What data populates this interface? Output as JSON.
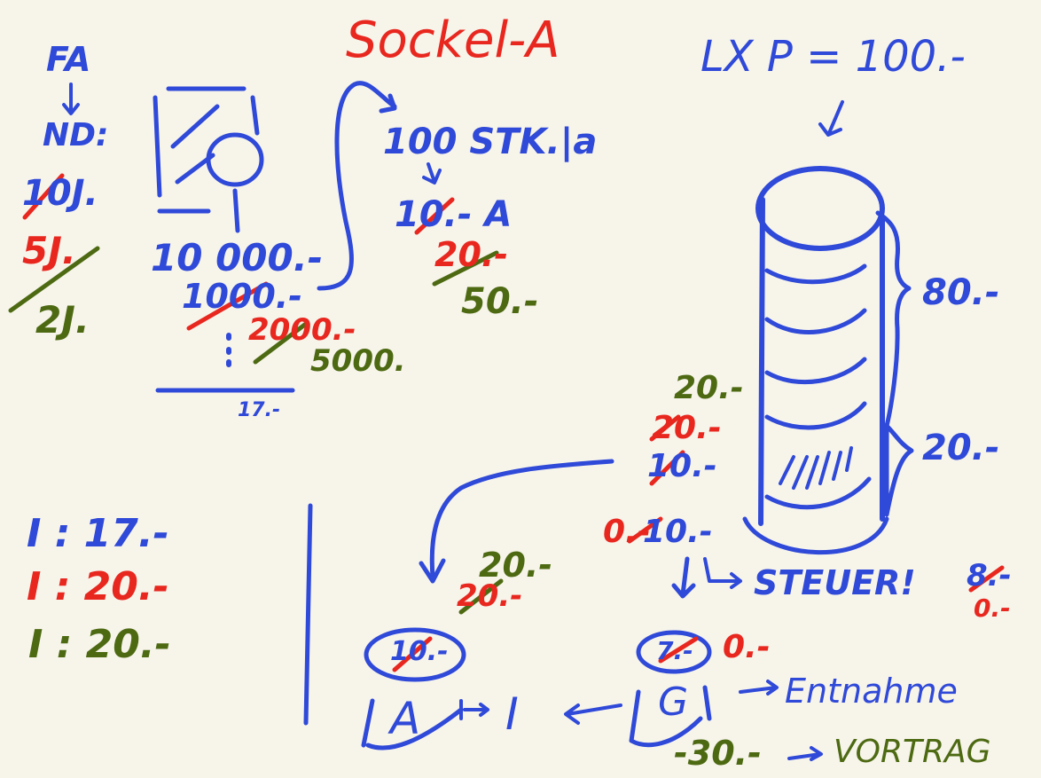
{
  "notes": {
    "title": "Sockel-A",
    "top_left": {
      "fa": "FA",
      "nd": "ND:",
      "y10": "10J.",
      "y5": "5J.",
      "y2": "2J."
    },
    "machine_values": {
      "v10000": "10 000.-",
      "v1000": "1000.-",
      "v2000": "2000.-",
      "v5000": "5000.",
      "v17": "17.-"
    },
    "production": {
      "pieces": "100 STK.|a",
      "a10": "10.- A",
      "a20": "20.-",
      "a50": "50.-"
    },
    "price": "LX P = 100.-",
    "cylinder": {
      "upper": "80.-",
      "lower": "20.-"
    },
    "left_stack": {
      "s20g": "20.-",
      "s20r": "20.-",
      "s10": "10.-",
      "s0": "0.-",
      "s10b": "10.-"
    },
    "steuer": {
      "label": "STEUER!",
      "old": "8.-",
      "new": "0.-"
    },
    "interest": {
      "i17": "I : 17.-",
      "i20r": "I : 20.-",
      "i20g": "I : 20.-"
    },
    "bottom": {
      "a_top_g": "20.-",
      "a_top_r": "20.-",
      "a_bubble": "10.-",
      "a_label": "A",
      "i_label": "I",
      "g_label": "G",
      "g_bubble": "7.-",
      "g_new": "0.-",
      "entnahme": "Entnahme",
      "vortrag": "VORTRAG",
      "minus30": "-30.-"
    }
  },
  "colors": {
    "blue": "#2f49d8",
    "red": "#e8271f",
    "green": "#4d6a12",
    "paper": "#f7f4ea"
  }
}
